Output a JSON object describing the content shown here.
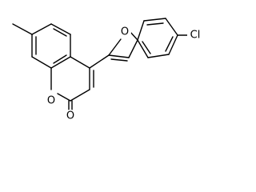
{
  "molecule": {
    "atoms": [
      {
        "symbol": "O"
      },
      {
        "symbol": "O"
      },
      {
        "symbol": "O"
      },
      {
        "symbol": "Cl"
      }
    ]
  }
}
